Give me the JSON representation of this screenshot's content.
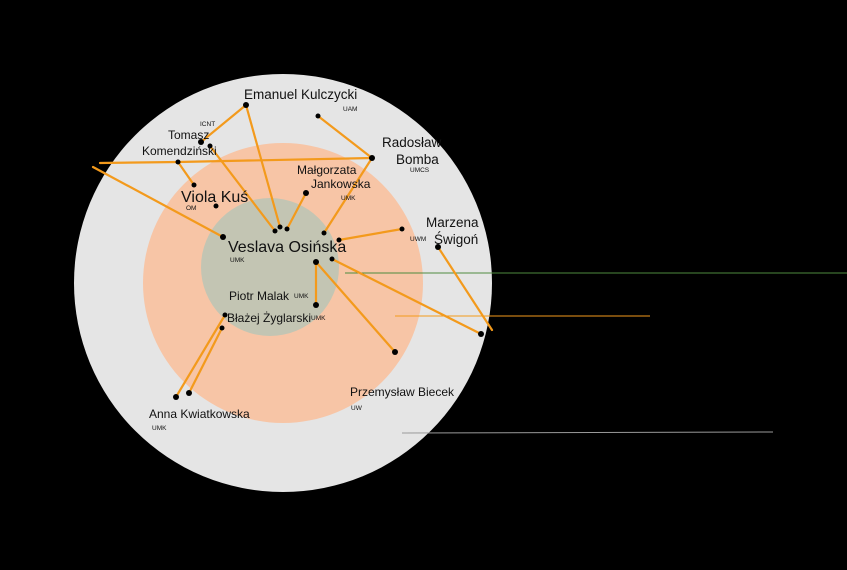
{
  "diagram": {
    "colors": {
      "background": "#000000",
      "outer_ring": "#e5e5e5",
      "middle_ring": "#f7c5a6",
      "inner_circle": "#c3c5b3",
      "connector": "#f39a1c",
      "node": "#000000",
      "green_line": "#4e8a3e",
      "grey_line": "#9a9a9a"
    },
    "people": {
      "kulczycki": {
        "name": "Emanuel Kulczycki",
        "aff": "UAM"
      },
      "komendzinski": {
        "name_line1": "Tomasz",
        "name_line2": "Komendziński",
        "aff": "ICNT"
      },
      "bomba": {
        "name_line1": "Radosław",
        "name_line2": "Bomba",
        "aff": "UMCS"
      },
      "jankowska": {
        "name_line1": "Małgorzata",
        "name_line2": "Jankowska",
        "aff": "UMK"
      },
      "kus": {
        "name": "Viola Kuś",
        "aff": "OM"
      },
      "osinska": {
        "name": "Veslava Osińska",
        "aff": "UMK"
      },
      "swigon": {
        "name_line1": "Marzena",
        "name_line2": "Świgoń",
        "aff": "UWM"
      },
      "malak": {
        "name": "Piotr Malak",
        "aff": "UMK"
      },
      "zyglarski": {
        "name": "Błażej Żyglarski",
        "aff": "UMK"
      },
      "biecek": {
        "name": "Przemysław Biecek",
        "aff": "UW"
      },
      "kwiatkowska": {
        "name": "Anna Kwiatkowska",
        "aff": "UMK"
      }
    }
  }
}
